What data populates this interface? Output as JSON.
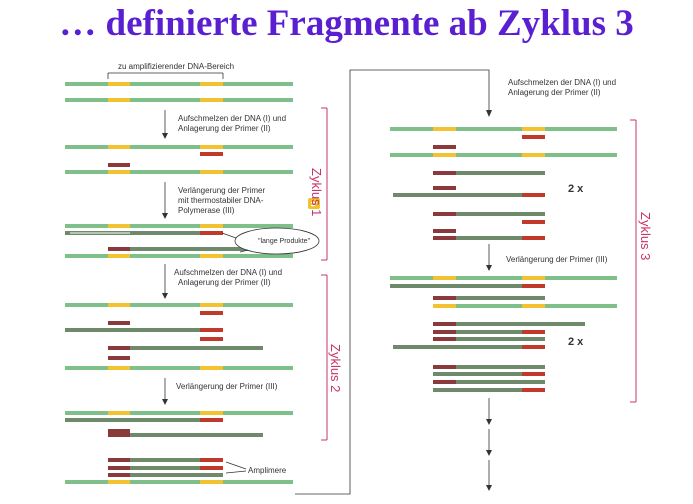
{
  "title": "… definierte Fragmente ab Zyklus 3",
  "left": {
    "region_label": "zu amplifizierender DNA-Bereich",
    "step1": [
      "Aufschmelzen der DNA (I) und",
      "Anlagerung der Primer (II)"
    ],
    "step2": [
      "Verlängerung der Primer",
      "mit thermostabiler DNA-",
      "Polymerase (III)"
    ],
    "long_products": "\"lange Produkte\"",
    "step3": [
      "Aufschmelzen der DNA (I) und",
      "Anlagerung der Primer (II)"
    ],
    "step4": "Verlängerung der Primer (III)",
    "amplimers": "Amplimere",
    "cycle1": "Zyklus 1",
    "cycle2": "Zyklus 2"
  },
  "right": {
    "step1": [
      "Aufschmelzen der DNA (I) und",
      "Anlagerung der Primer (II)"
    ],
    "step2": "Verlängerung der Primer (III)",
    "times_a": "2 x",
    "times_b": "2 x",
    "cycle3": "Zyklus 3"
  },
  "colors": {
    "title": "#5a1fd0",
    "dna": "#7fbf8a",
    "region": "#f2c230",
    "primer": "#8a3a3a",
    "primer_red": "#c0392b",
    "new_strand": "#6e8a6a",
    "bracket": "#c8356a"
  }
}
